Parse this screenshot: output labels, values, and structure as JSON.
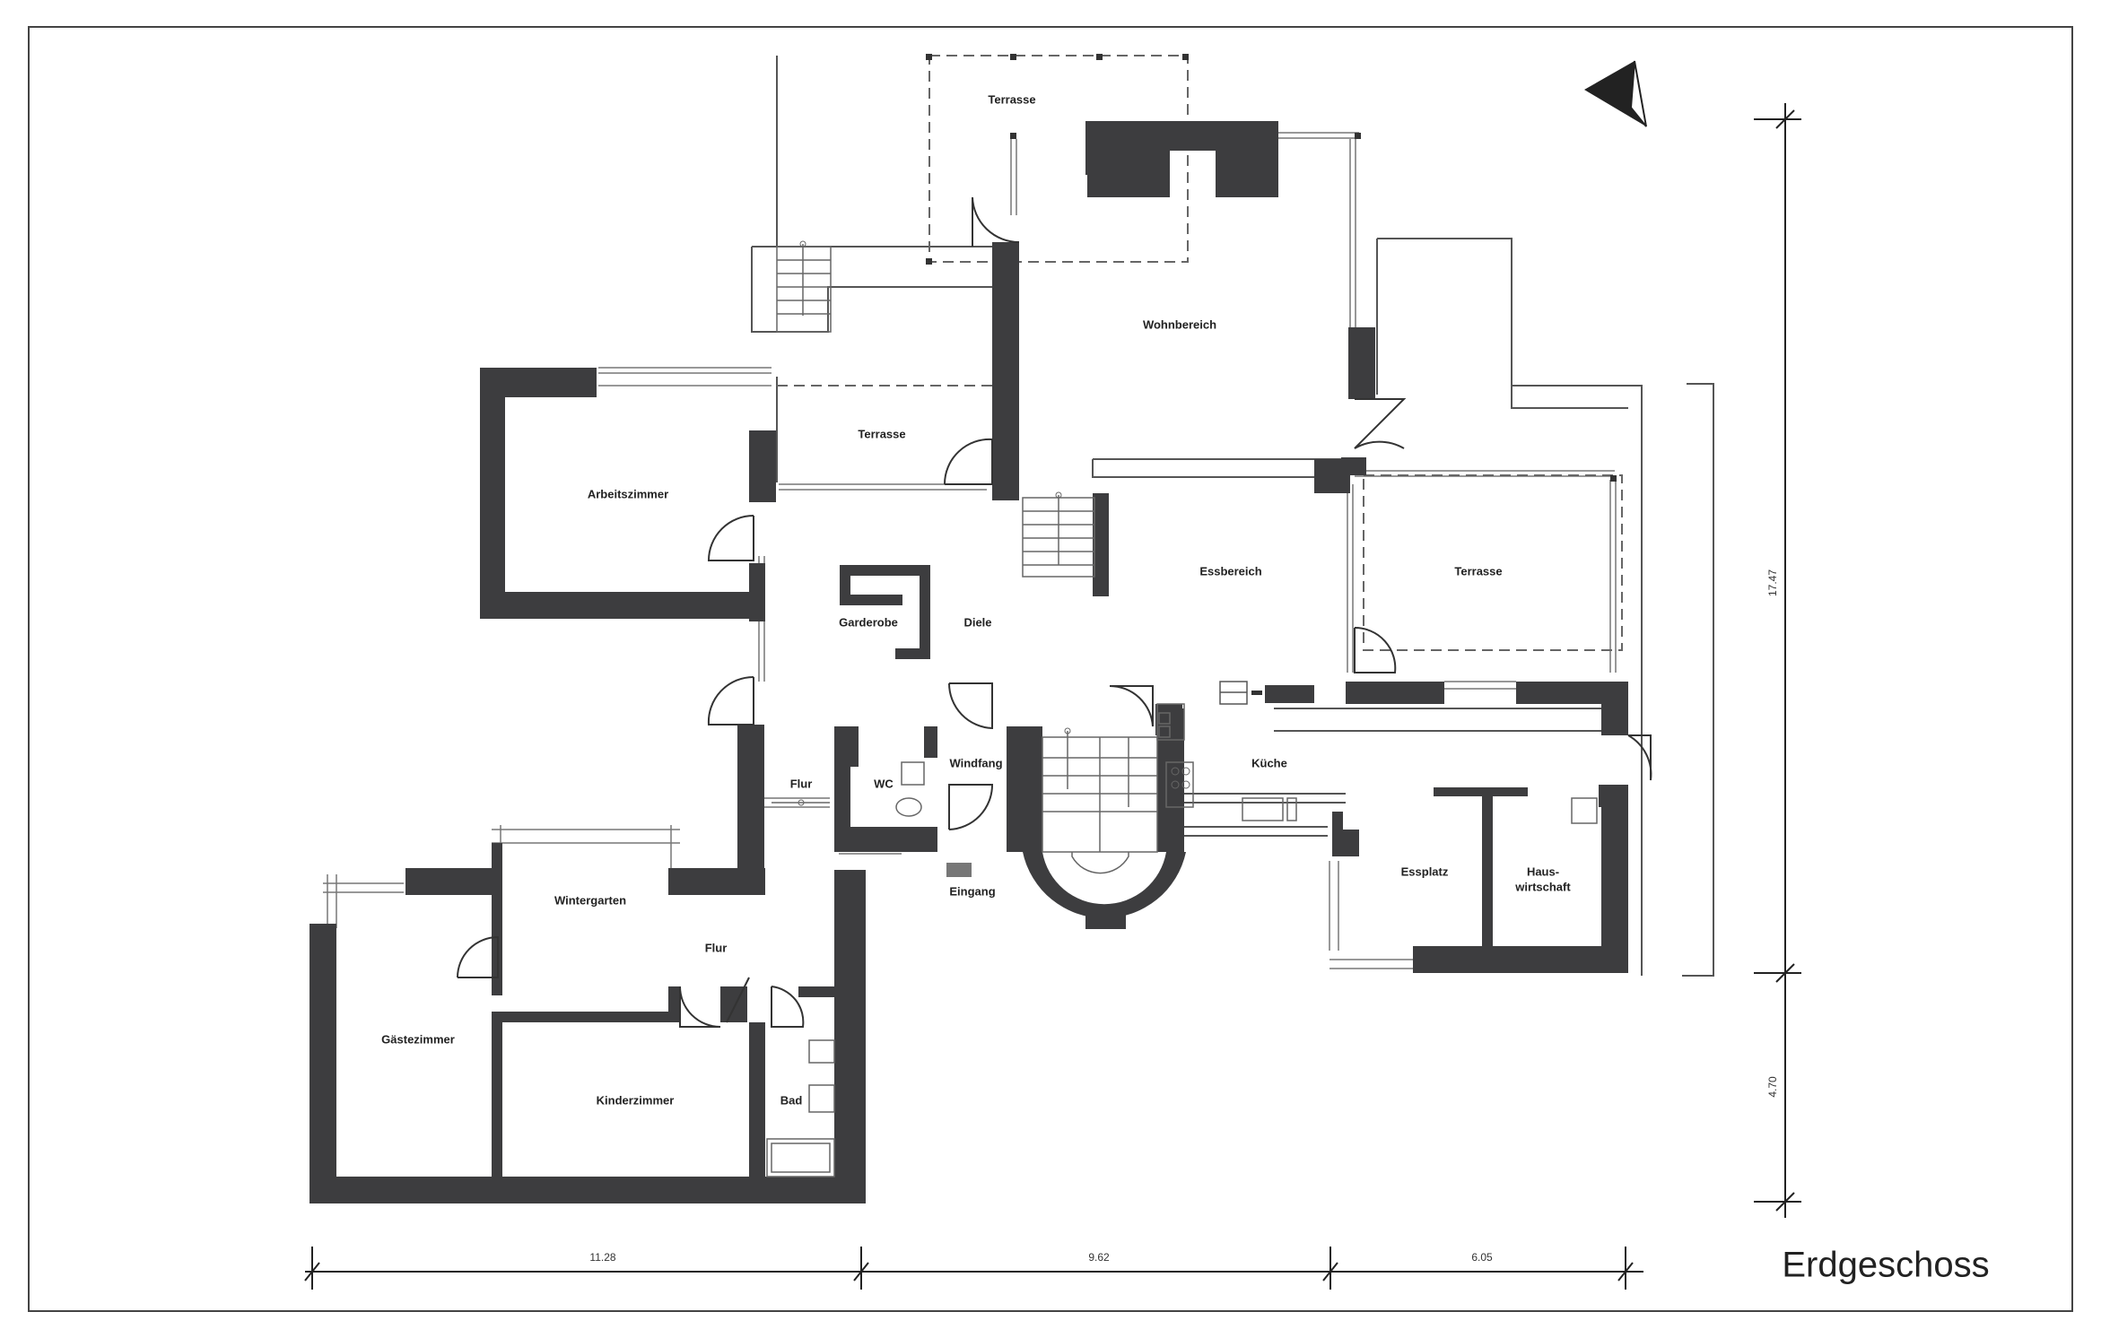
{
  "plan": {
    "title": "Erdgeschoss",
    "rooms": {
      "terrasse_top": "Terrasse",
      "wohnbereich": "Wohnbereich",
      "terrasse_mid": "Terrasse",
      "arbeitszimmer": "Arbeitszimmer",
      "garderobe": "Garderobe",
      "diele": "Diele",
      "essbereich": "Essbereich",
      "terrasse_right": "Terrasse",
      "kueche": "Küche",
      "flur_upper": "Flur",
      "wc": "WC",
      "windfang": "Windfang",
      "eingang": "Eingang",
      "wintergarten": "Wintergarten",
      "flur_lower": "Flur",
      "gaestezimmer": "Gästezimmer",
      "kinderzimmer": "Kinderzimmer",
      "bad": "Bad",
      "essplatz": "Essplatz",
      "hauswirtschaft_1": "Haus-",
      "hauswirtschaft_2": "wirtschaft"
    },
    "dimensions": {
      "bottom_1": "11.28",
      "bottom_2": "9.62",
      "bottom_3": "6.05",
      "right_1": "17.47",
      "right_2": "4.70"
    },
    "north_arrow": "north-arrow-icon"
  }
}
